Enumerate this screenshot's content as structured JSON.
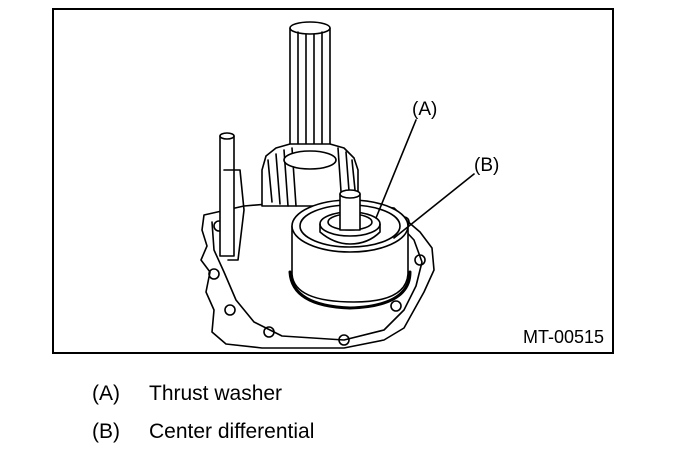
{
  "figure": {
    "id": "MT-00515",
    "callouts": [
      {
        "key": "(A)"
      },
      {
        "key": "(B)"
      }
    ]
  },
  "legend": [
    {
      "key": "(A)",
      "label": "Thrust washer"
    },
    {
      "key": "(B)",
      "label": "Center differential"
    }
  ]
}
